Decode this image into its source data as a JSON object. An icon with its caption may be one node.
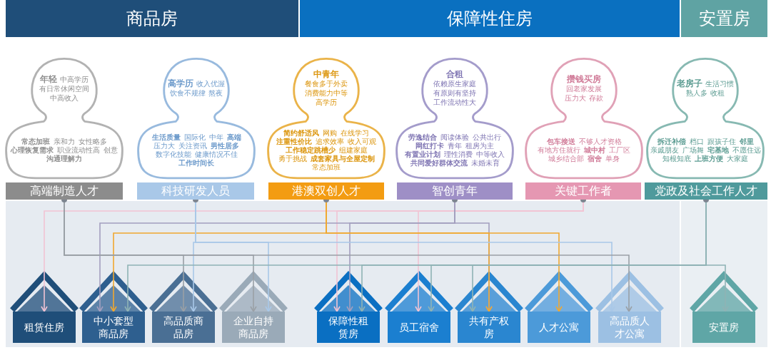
{
  "diagram": {
    "nodes": [
      {
        "text": [
          "商品房"
        ]
      },
      {
        "text": [
          "保障性住房"
        ]
      },
      {
        "text": [
          "安置房"
        ]
      },
      {
        "text": [
          "年轻",
          "中高学历",
          "有日常休闲空间",
          "中高收入",
          "常态加班",
          "亲和力",
          "女性略多",
          "心理恢复需求",
          "职业流动性高",
          "创意",
          "沟通理解力"
        ]
      },
      {
        "text": [
          "高学历",
          "收入优渥",
          "饮食不规律",
          "熬夜",
          "生活质量",
          "国际化",
          "中年",
          "高端",
          "压力大",
          "关注资讯",
          "男性居多",
          "数字化技能",
          "健康情况不佳",
          "工作时间长"
        ]
      },
      {
        "text": [
          "中青年",
          "餐食多于外卖",
          "消费能力中等",
          "高学历",
          "简约舒适风",
          "网购",
          "在线学习",
          "注重性价比",
          "追求效率",
          "收入可观",
          "工作稳定跳槽少",
          "组建家庭",
          "勇于挑战",
          "成套家具与全屋定制",
          "常态加班"
        ]
      },
      {
        "text": [
          "合租",
          "依赖原生家庭",
          "有原则有坚持",
          "工作流动性大",
          "劳逸结合",
          "阅读体验",
          "公共出行",
          "网红打卡",
          "青年",
          "租房为主",
          "有置业计划",
          "理性消费",
          "中等收入",
          "共同爱好群体交流",
          "未婚未育"
        ]
      },
      {
        "text": [
          "攒钱买房",
          "回老家发展",
          "压力大",
          "存款",
          "包车接送",
          "不够人才资格",
          "有地方住就行",
          "城中村",
          "工厂区",
          "城乡结合部",
          "宿舍",
          "单身"
        ]
      },
      {
        "text": [
          "老房子",
          "生活习惯",
          "熟人多",
          "收租",
          "拆迁补偿",
          "档口",
          "跟孩子住",
          "邻里",
          "亲戚朋友",
          "广场舞",
          "宅基地",
          "不愿住远",
          "知根知底",
          "上班方便",
          "大家庭"
        ]
      },
      {
        "text": [
          "高端制造人才"
        ]
      },
      {
        "text": [
          "科技研发人员"
        ]
      },
      {
        "text": [
          "港澳双创人才"
        ]
      },
      {
        "text": [
          "智创青年"
        ]
      },
      {
        "text": [
          "关键工作者"
        ]
      },
      {
        "text": [
          "党政及社会工作人才"
        ]
      },
      {
        "text": [
          "租赁住房"
        ]
      },
      {
        "text": [
          "中小套型商品房"
        ]
      },
      {
        "text": [
          "高品质商品房"
        ]
      },
      {
        "text": [
          "企业自持商品房"
        ]
      },
      {
        "text": [
          "保障性租赁房"
        ]
      },
      {
        "text": [
          "员工宿舍"
        ]
      },
      {
        "text": [
          "共有产权房"
        ]
      },
      {
        "text": [
          "人才公寓"
        ]
      },
      {
        "text": [
          "高品质人才公寓"
        ]
      },
      {
        "text": [
          "安置房"
        ]
      }
    ],
    "edges": [
      {
        "from": 13,
        "to": 15,
        "arrow": "to",
        "color": "#f2c4d4"
      },
      {
        "from": 13,
        "to": 19,
        "arrow": "to",
        "color": "#f2c4d4"
      },
      {
        "from": 13,
        "to": 20,
        "arrow": "to",
        "color": "#f2c4d4"
      },
      {
        "from": 12,
        "to": 16,
        "arrow": "to",
        "color": "#a39fbf"
      },
      {
        "from": 12,
        "to": 19,
        "arrow": "to",
        "color": "#a39fbf"
      },
      {
        "from": 12,
        "to": 21,
        "arrow": "to",
        "color": "#a39fbf"
      },
      {
        "from": 11,
        "to": 16,
        "arrow": "to",
        "color": "#f0a830"
      },
      {
        "from": 11,
        "to": 21,
        "arrow": "to",
        "color": "#f0a830"
      },
      {
        "from": 11,
        "to": 22,
        "arrow": "to",
        "color": "#f0a830"
      },
      {
        "from": 10,
        "to": 17,
        "arrow": "to",
        "color": "#a9c8e8"
      },
      {
        "from": 10,
        "to": 18,
        "arrow": "to",
        "color": "#a9c8e8"
      },
      {
        "from": 10,
        "to": 23,
        "arrow": "to",
        "color": "#a9c8e8"
      },
      {
        "from": 9,
        "to": 17,
        "arrow": "to",
        "color": "#9aa0a6"
      },
      {
        "from": 9,
        "to": 18,
        "arrow": "to",
        "color": "#9aa0a6"
      },
      {
        "from": 9,
        "to": 23,
        "arrow": "to",
        "color": "#9aa0a6"
      },
      {
        "from": 14,
        "to": 16,
        "arrow": "to",
        "color": "#8fb3b5"
      },
      {
        "from": 14,
        "to": 19,
        "arrow": "to",
        "color": "#8fb3b5"
      },
      {
        "from": 14,
        "to": 20,
        "arrow": "to",
        "color": "#8fb3b5"
      },
      {
        "from": 14,
        "to": 21,
        "arrow": "to",
        "color": "#8fb3b5"
      },
      {
        "from": 14,
        "to": 24,
        "arrow": "to",
        "color": "#8fb3b5"
      }
    ]
  }
}
